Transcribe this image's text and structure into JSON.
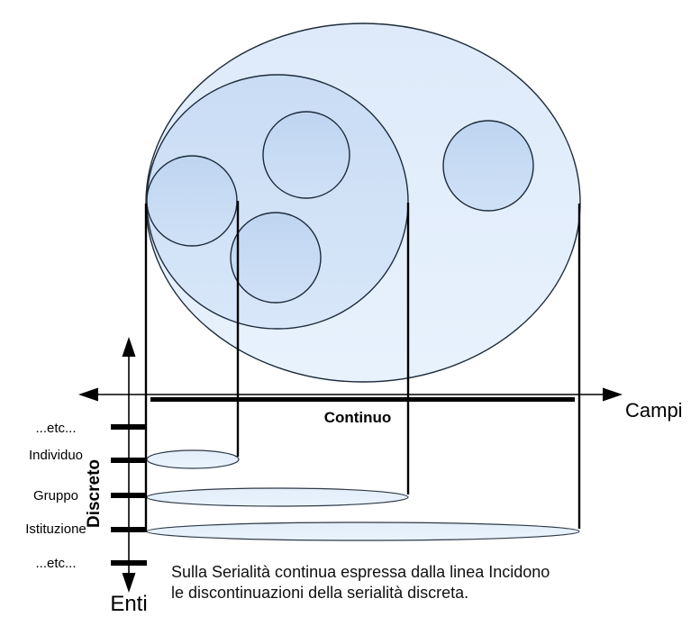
{
  "axes": {
    "horizontal": {
      "label": "Campi",
      "continuous_label": "Continuo"
    },
    "vertical": {
      "label": "Enti",
      "discrete_label": "Discreto"
    }
  },
  "levels": [
    {
      "label": "...etc..."
    },
    {
      "label": "Individuo"
    },
    {
      "label": "Gruppo"
    },
    {
      "label": "Istituzione"
    },
    {
      "label": "...etc..."
    }
  ],
  "caption": {
    "line1": "Sulla Serialità continua espressa dalla linea Incidono",
    "line2": "le discontinuazioni della serialità discreta."
  },
  "colors": {
    "outer_ellipse_fill": "#e1edfb",
    "inner_ellipse_fill": "#cddff5",
    "circle_fill": "#c2d7f1",
    "band_ellipse_fill": "#e6effb",
    "shape_outline": "#1c2b3a",
    "axis_color": "#000000"
  }
}
